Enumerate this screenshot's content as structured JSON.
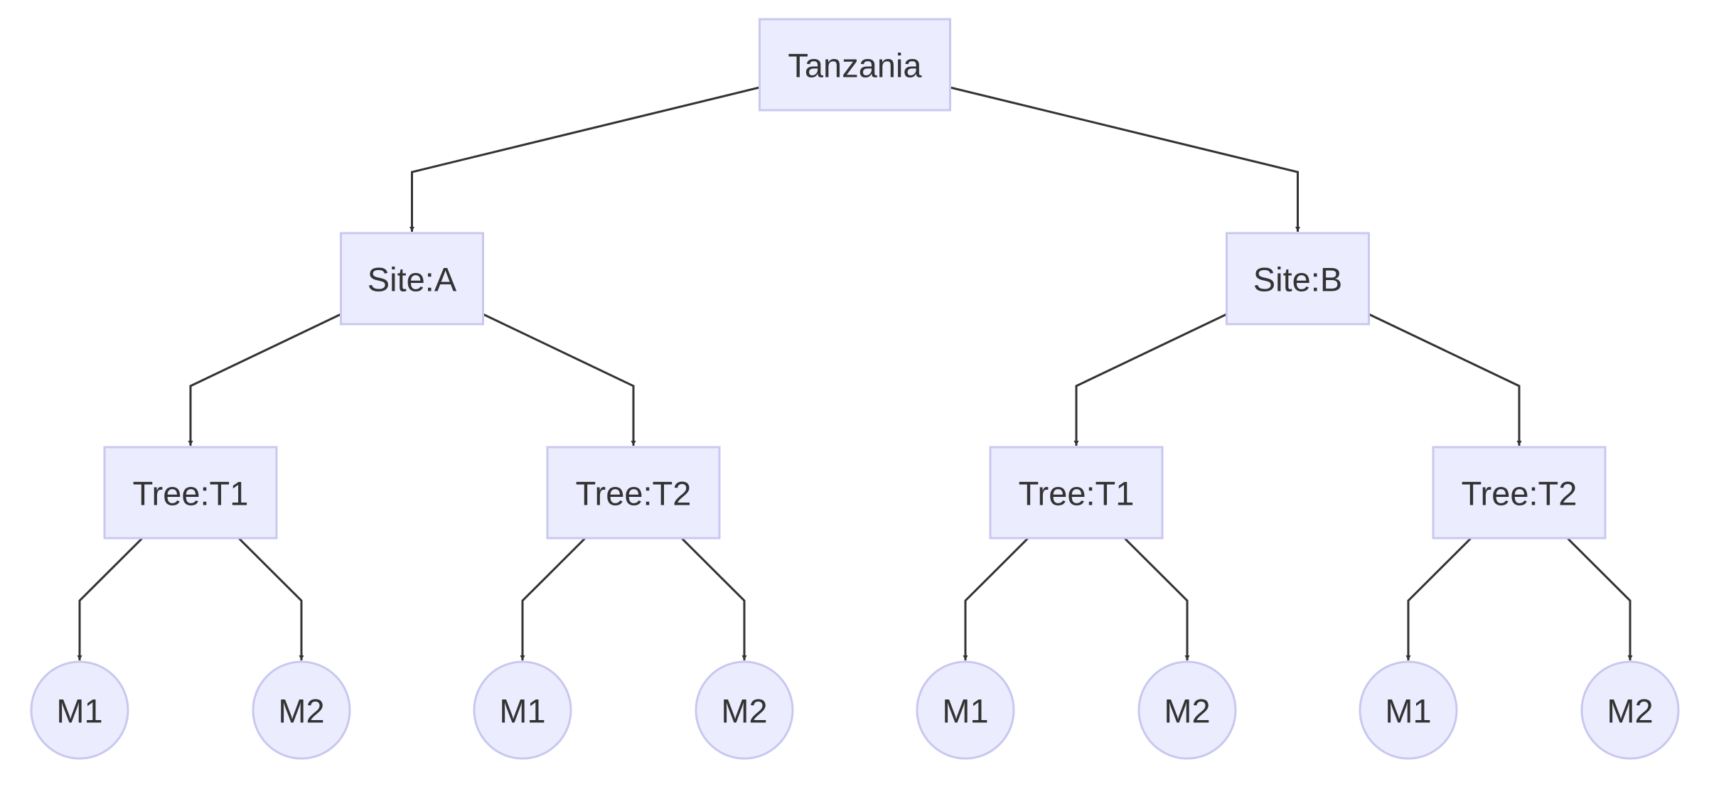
{
  "colors": {
    "node_fill": "#ECECFF",
    "node_stroke": "#C8C8F0",
    "edge": "#333333",
    "text": "#333333"
  },
  "tree": {
    "label": "Tanzania",
    "shape": "rect",
    "children": [
      {
        "label": "Site:A",
        "shape": "rect",
        "children": [
          {
            "label": "Tree:T1",
            "shape": "rect",
            "children": [
              {
                "label": "M1",
                "shape": "circle"
              },
              {
                "label": "M2",
                "shape": "circle"
              }
            ]
          },
          {
            "label": "Tree:T2",
            "shape": "rect",
            "children": [
              {
                "label": "M1",
                "shape": "circle"
              },
              {
                "label": "M2",
                "shape": "circle"
              }
            ]
          }
        ]
      },
      {
        "label": "Site:B",
        "shape": "rect",
        "children": [
          {
            "label": "Tree:T1",
            "shape": "rect",
            "children": [
              {
                "label": "M1",
                "shape": "circle"
              },
              {
                "label": "M2",
                "shape": "circle"
              }
            ]
          },
          {
            "label": "Tree:T2",
            "shape": "rect",
            "children": [
              {
                "label": "M1",
                "shape": "circle"
              },
              {
                "label": "M2",
                "shape": "circle"
              }
            ]
          }
        ]
      }
    ]
  }
}
